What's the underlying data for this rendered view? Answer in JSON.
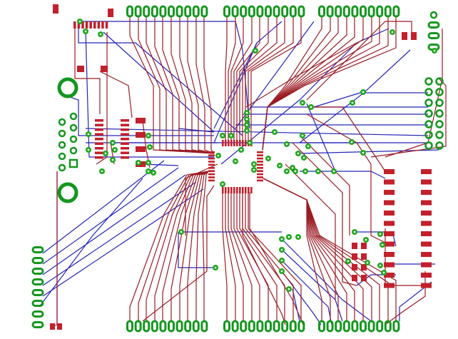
{
  "board": {
    "title": "",
    "colors": {
      "background": "#ffffff",
      "top_copper": "#9b1c24",
      "bottom_copper": "#2424b8",
      "pads": "#c2202c",
      "via": "#1ca81c",
      "via_hole": "#ffffff",
      "through_pad": "#14961e"
    },
    "layers": [
      "top-copper",
      "bottom-copper",
      "vias",
      "smd-pads",
      "through-hole-pads"
    ]
  }
}
